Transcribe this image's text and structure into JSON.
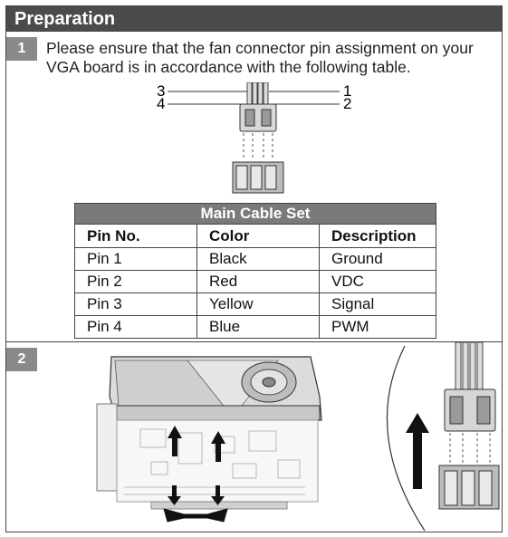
{
  "header": {
    "title": "Preparation"
  },
  "step1": {
    "number": "1",
    "text": "Please ensure that the fan connector pin assignment on your VGA board is in accordance with the following table.",
    "diagram_labels": {
      "pin3": "3",
      "pin4": "4",
      "pin1": "1",
      "pin2": "2"
    }
  },
  "table": {
    "caption": "Main Cable Set",
    "headers": [
      "Pin No.",
      "Color",
      "Description"
    ],
    "rows": [
      [
        "Pin 1",
        "Black",
        "Ground"
      ],
      [
        "Pin 2",
        "Red",
        "VDC"
      ],
      [
        "Pin 3",
        "Yellow",
        "Signal"
      ],
      [
        "Pin 4",
        "Blue",
        "PWM"
      ]
    ]
  },
  "step2": {
    "number": "2"
  },
  "colors": {
    "header_bg": "#4b4b4b",
    "badge_bg": "#8a8a8a",
    "table_caption_bg": "#7a7a7a"
  }
}
